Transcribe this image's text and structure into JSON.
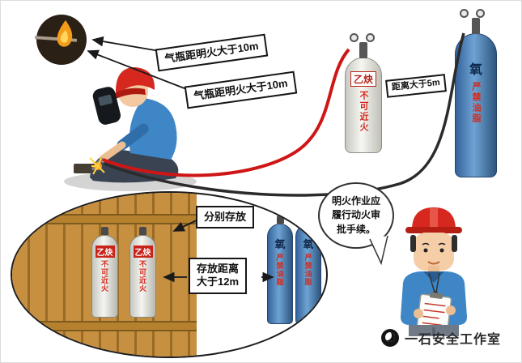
{
  "top_section": {
    "flame_distance_label_1": "气瓶距明火大于10m",
    "flame_distance_label_2": "气瓶距明火大于10m",
    "cylinder_gap_label": "距离大于5m",
    "acetylene_cylinder": {
      "name": "乙炔",
      "warning": "不可近火"
    },
    "oxygen_cylinder": {
      "name": "氧",
      "warning": "严禁油脂"
    }
  },
  "storage_section": {
    "separate_storage_label": "分别存放",
    "storage_distance_line1": "存放距离",
    "storage_distance_line2": "大于12m",
    "acetylene_cylinders": [
      {
        "name": "乙炔",
        "warning": "不可近火"
      },
      {
        "name": "乙炔",
        "warning": "不可近火"
      }
    ],
    "oxygen_cylinders": [
      {
        "name": "氧",
        "warning": "严禁油脂"
      },
      {
        "name": "氧",
        "warning": "严禁油脂"
      }
    ]
  },
  "speech_bubble": {
    "line1": "明火作业应",
    "line2": "履行动火审",
    "line3": "批手续。"
  },
  "footer": {
    "studio_name": "一石安全工作室"
  },
  "colors": {
    "acetylene_hose": "#cf1616",
    "oxygen_hose": "#2b2b2b",
    "helmet_red": "#d6281e",
    "uniform_blue": "#3e86c6",
    "oxygen_cylinder_blue": "#4a7fb0",
    "warning_text_red": "#d42a1e",
    "fence_wood_brown": "#c79040"
  }
}
